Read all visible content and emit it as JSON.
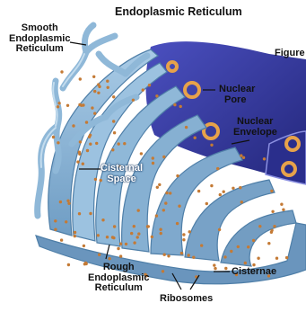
{
  "title": "Endoplasmic Reticulum",
  "figure_label": "Figure",
  "labels": {
    "smooth_er": [
      "Smooth",
      "Endoplasmic",
      "Reticulum"
    ],
    "nuclear_pore": [
      "Nuclear",
      "Pore"
    ],
    "nuclear_envelope": [
      "Nuclear",
      "Envelope"
    ],
    "cisternal_space": [
      "Cisternal",
      "Space"
    ],
    "rough_er": [
      "Rough",
      "Endoplasmic",
      "Reticulum"
    ],
    "cisternae": "Cisternae",
    "ribosomes": "Ribosomes"
  },
  "colors": {
    "er_fill": "#8fb8d8",
    "er_shade": "#5f8fb8",
    "er_highlight": "#c3dcee",
    "nucleus": "#3b3fa6",
    "nucleus_dark": "#23267a",
    "pore": "#e7a24a",
    "ribosome": "#c47a35",
    "line": "#111111"
  }
}
